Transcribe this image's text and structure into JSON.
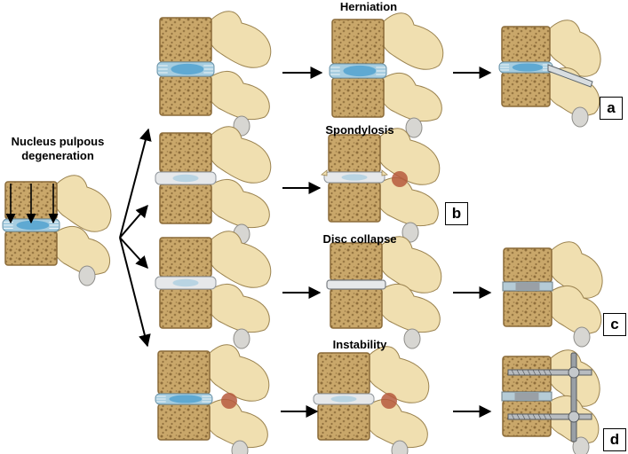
{
  "labels": {
    "start_title": "Nucleus pulpous degeneration",
    "herniation": "Herniation",
    "spondylosis": "Spondylosis",
    "disc_collapse": "Disc collapse",
    "instability": "Instability"
  },
  "panel_letters": {
    "a": "a",
    "b": "b",
    "c": "c",
    "d": "d"
  },
  "colors": {
    "bone_fill": "#c9a76a",
    "bone_speckle": "#7a5a2b",
    "bone_edge": "#8a6a38",
    "process_fill": "#f0dfb0",
    "process_edge": "#9b8350",
    "facet_fill": "#d7d6d2",
    "disc_blue": "#a6cde0",
    "disc_nucleus": "#5fa9d2",
    "disc_white": "#e6e8ea",
    "herniation_red": "#b65a3d",
    "implant_gray": "#9aa0a6"
  }
}
